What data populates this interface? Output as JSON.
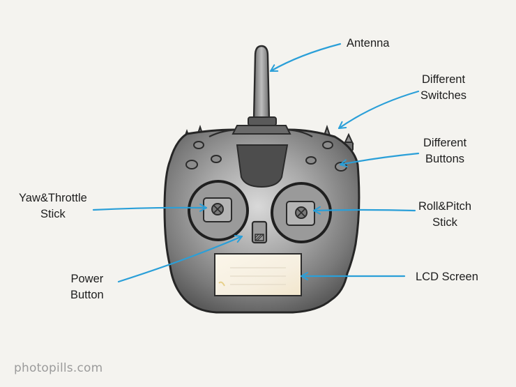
{
  "labels": {
    "antenna": "Antenna",
    "switches": [
      "Different",
      "Switches"
    ],
    "buttons": [
      "Different",
      "Buttons"
    ],
    "yaw_throttle": [
      "Yaw&Throttle",
      "Stick"
    ],
    "roll_pitch": [
      "Roll&Pitch",
      "Stick"
    ],
    "power": [
      "Power",
      "Button"
    ],
    "lcd": "LCD Screen"
  },
  "watermark": "photopills.com",
  "colors": {
    "arrow": "#2a9fd8",
    "body_dark": "#3a3a3a",
    "body_mid": "#8a8a8a",
    "background": "#f4f3ef",
    "screen": "#f7f1e6"
  }
}
